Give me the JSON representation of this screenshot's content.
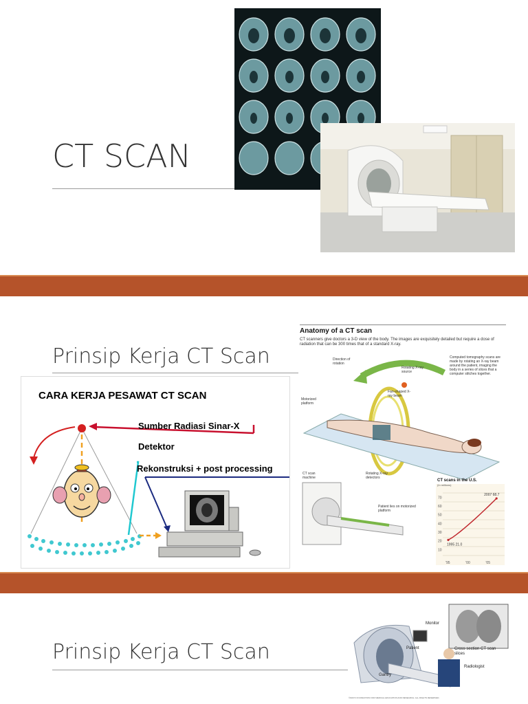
{
  "slide1": {
    "title": "CT SCAN"
  },
  "slide2": {
    "title": "Prinsip Kerja CT Scan",
    "diagram": {
      "heading": "CARA KERJA PESAWAT CT SCAN",
      "label_source": "Sumber Radiasi Sinar-X",
      "label_detector": "Detektor",
      "label_recon": "Rekonstruksi + post processing"
    },
    "infographic": {
      "title": "Anatomy of a CT scan",
      "intro": "CT scanners give doctors a 3-D view of the body. The images are exquisitely detailed but require a dose of radiation that can be 300 times that of a standard X-ray.",
      "direction": "Direction of rotation",
      "rot_source": "Rotating X-ray source",
      "fan_beam": "Fan-shaped X-ray beam",
      "computed": "Computed tomography scans are made by rotating an X-ray beam around the patient, imaging the body in a series of slices that a computer stitches together.",
      "motorized": "Motorized platform",
      "ct_machine": "CT scan machine",
      "rot_detectors": "Rotating X-ray detectors",
      "patient_lies": "Patient lies on motorized platform",
      "chart_title": "CT scans in the U.S.",
      "chart_unit": "(In millions)"
    }
  },
  "slide3": {
    "title": "Prinsip Kerja CT Scan",
    "labels": {
      "monitor": "Monitor",
      "patient": "Patient",
      "gantry": "Gantry",
      "cross": "Cross section CT scan slices",
      "radiologist": "Radiologist",
      "copyright": "©MAYO FOUNDATION FOR MEDICAL EDUCATION AND RESEARCH. ALL RIGHTS RESERVED."
    }
  },
  "chart_data": {
    "type": "line",
    "title": "CT scans in the U.S.",
    "ylabel": "(In millions)",
    "x": [
      "'95",
      "'00",
      "'05"
    ],
    "series": [
      {
        "values": [
          21.0,
          68.7
        ]
      }
    ],
    "x_points": [
      1995,
      2007
    ],
    "point_labels": [
      {
        "year": "1995",
        "value": "21.0"
      },
      {
        "year": "2007",
        "value": "68.7"
      }
    ],
    "yticks": [
      10,
      20,
      30,
      40,
      50,
      60,
      70
    ],
    "ylim": [
      0,
      75
    ],
    "grid": true
  },
  "colors": {
    "separator": "#b5532a",
    "rule": "#9a9a9a",
    "title": "#333333",
    "chart_line": "#c0272d"
  }
}
